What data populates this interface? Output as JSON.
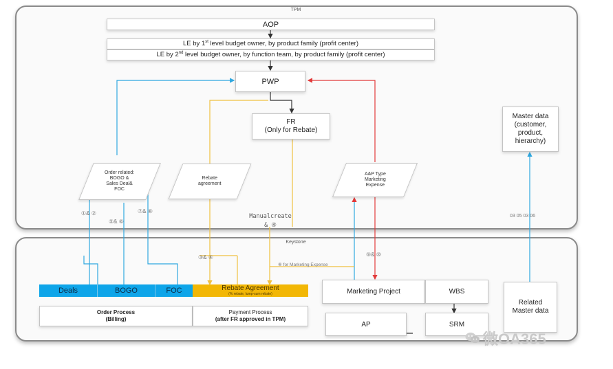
{
  "tpm": {
    "title": "TPM",
    "aop": "AOP",
    "le1_pre": "LE by 1",
    "le1_sup": "st",
    "le1_post": " level budget owner, by product family (profit center)",
    "le2_pre": "LE by 2",
    "le2_sup": "nd",
    "le2_post": " level budget owner, by function team, by product family (profit center)",
    "pwp": "PWP",
    "fr_line1": "FR",
    "fr_line2": "(Only for Rebate)",
    "order_related": [
      "Order related:",
      "BOGO &",
      "Sales Deal&",
      "FOC"
    ],
    "rebate_agreement": [
      "Rebate",
      "agreement"
    ],
    "ap_type": [
      "A&P Type",
      "Marketing",
      "Expense"
    ],
    "master_data": [
      "Master data",
      "(customer,",
      "product,",
      "hierarchy)"
    ],
    "label_12": "①& ②",
    "label_56": "⑤& ⑥",
    "label_78": "⑦& ⑧",
    "manual_create_1": "Manualcreate",
    "manual_create_2": "& ④",
    "label_master_nums": "03 05 03 06"
  },
  "keystone": {
    "title": "Keystone",
    "label_34": "③& ④",
    "label_marketing_expense": "⑥ for Marketing Expense",
    "label_910": "⑨& ⑩",
    "deals": "Deals",
    "bogo": "BOGO",
    "foc": "FOC",
    "rebate_title": "Rebate Agreement",
    "rebate_sub": "(% rebate, lump-sum rebate)",
    "order_process_1": "Order Process",
    "order_process_2": "(Billing)",
    "payment_process_1": "Payment Process",
    "payment_process_2": "(after FR approved in TPM)",
    "marketing_project": "Marketing Project",
    "wbs": "WBS",
    "ap": "AP",
    "srm": "SRM",
    "related_master_1": "Related",
    "related_master_2": "Master data"
  },
  "watermark": "微OA365",
  "colors": {
    "blue_line": "#2fa8e0",
    "yellow_line": "#f0c040",
    "red_line": "#e23a3a",
    "dark_line": "#333333",
    "blue_bar": "#0ea5e9",
    "rebate_bar": "#f2b705"
  },
  "icons": {
    "watermark_logo": "wechat-icon"
  }
}
